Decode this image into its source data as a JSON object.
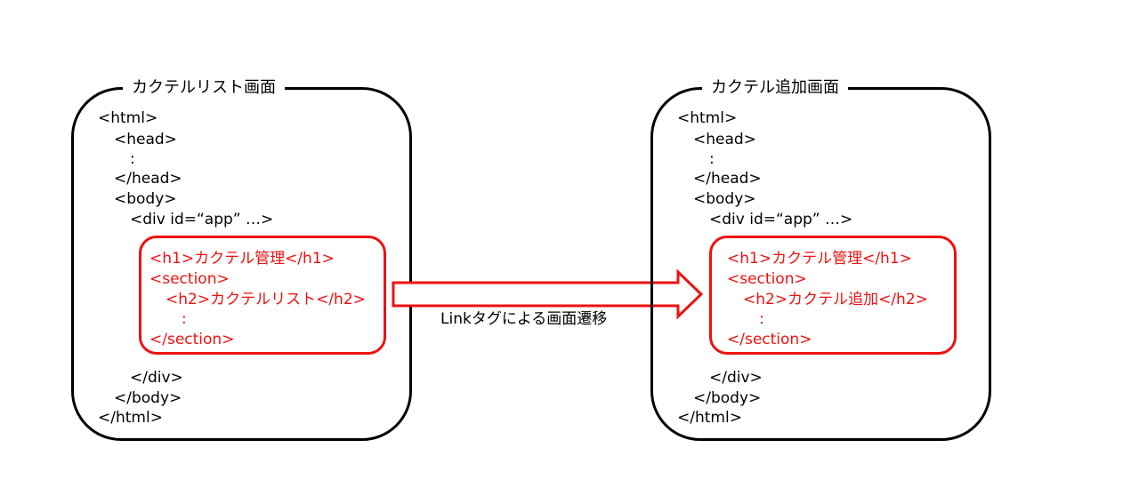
{
  "left_panel": {
    "title": "カクテルリスト画面",
    "lines": {
      "html_open": "<html>",
      "head_open": "<head>",
      "head_ellipsis": ":",
      "head_close": "</head>",
      "body_open": "<body>",
      "div_open": "<div id=“app” …>",
      "h1": "<h1>カクテル管理</h1>",
      "section_open": "<section>",
      "h2": "<h2>カクテルリスト</h2>",
      "section_ellipsis": ":",
      "section_close": "</section>",
      "div_close": "</div>",
      "body_close": "</body>",
      "html_close": "</html>"
    }
  },
  "right_panel": {
    "title": "カクテル追加画面",
    "lines": {
      "html_open": "<html>",
      "head_open": "<head>",
      "head_ellipsis": ":",
      "head_close": "</head>",
      "body_open": "<body>",
      "div_open": "<div id=“app” …>",
      "h1": "<h1>カクテル管理</h1>",
      "section_open": "<section>",
      "h2": "<h2>カクテル追加</h2>",
      "section_ellipsis": ":",
      "section_close": "</section>",
      "div_close": "</div>",
      "body_close": "</body>",
      "html_close": "</html>"
    }
  },
  "transition": {
    "label": "Linkタグによる画面遷移",
    "icon": "right-arrow-icon",
    "color": "#ee1111"
  },
  "colors": {
    "highlight": "#ee1111",
    "frame": "#000000"
  }
}
